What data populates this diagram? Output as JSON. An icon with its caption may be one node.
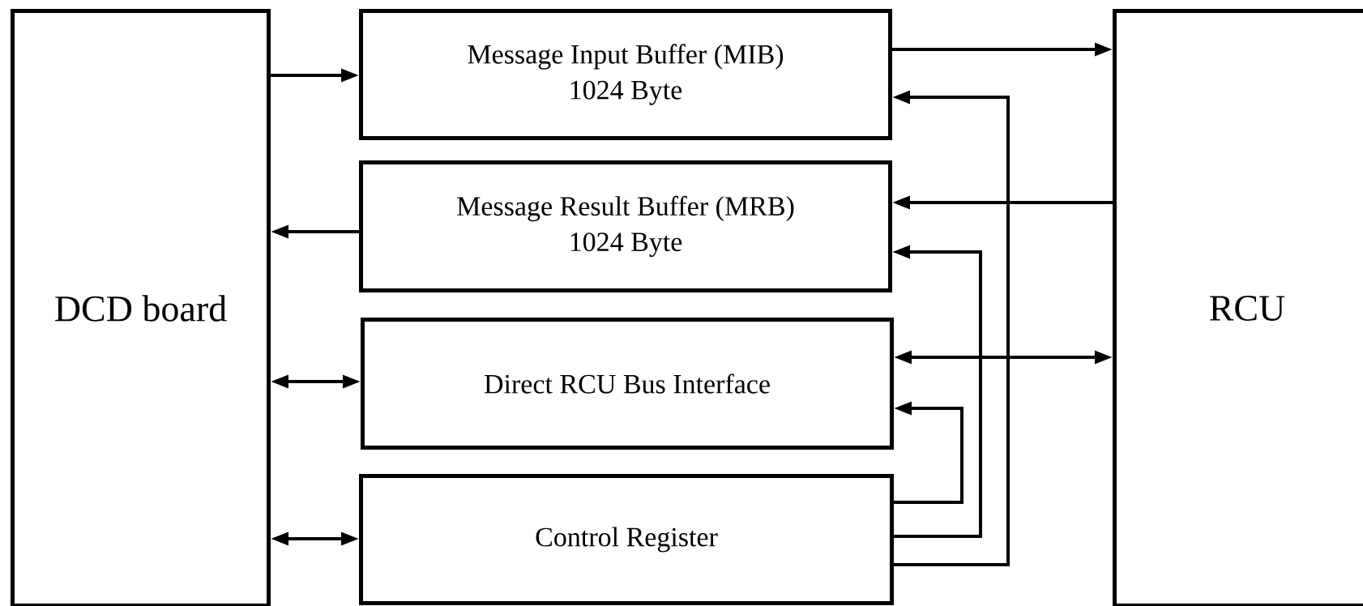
{
  "diagram": {
    "nodes": [
      {
        "text": [
          "DCD board"
        ]
      },
      {
        "text": [
          "Message Input Buffer (MIB)",
          "1024 Byte"
        ]
      },
      {
        "text": [
          "Message Result Buffer (MRB)",
          "1024 Byte"
        ]
      },
      {
        "text": [
          "Direct RCU Bus Interface"
        ]
      },
      {
        "text": [
          "Control Register"
        ]
      },
      {
        "text": [
          "RCU"
        ]
      }
    ],
    "edges": [
      {
        "from": 0,
        "to": 1,
        "arrow": "to"
      },
      {
        "from": 1,
        "to": 5,
        "arrow": "to"
      },
      {
        "from": 4,
        "to": 1,
        "arrow": "to"
      },
      {
        "from": 5,
        "to": 2,
        "arrow": "to"
      },
      {
        "from": 2,
        "to": 0,
        "arrow": "to"
      },
      {
        "from": 4,
        "to": 2,
        "arrow": "to"
      },
      {
        "from": 0,
        "to": 3,
        "arrow": "both"
      },
      {
        "from": 3,
        "to": 5,
        "arrow": "both"
      },
      {
        "from": 4,
        "to": 3,
        "arrow": "to"
      },
      {
        "from": 0,
        "to": 4,
        "arrow": "both"
      }
    ]
  }
}
